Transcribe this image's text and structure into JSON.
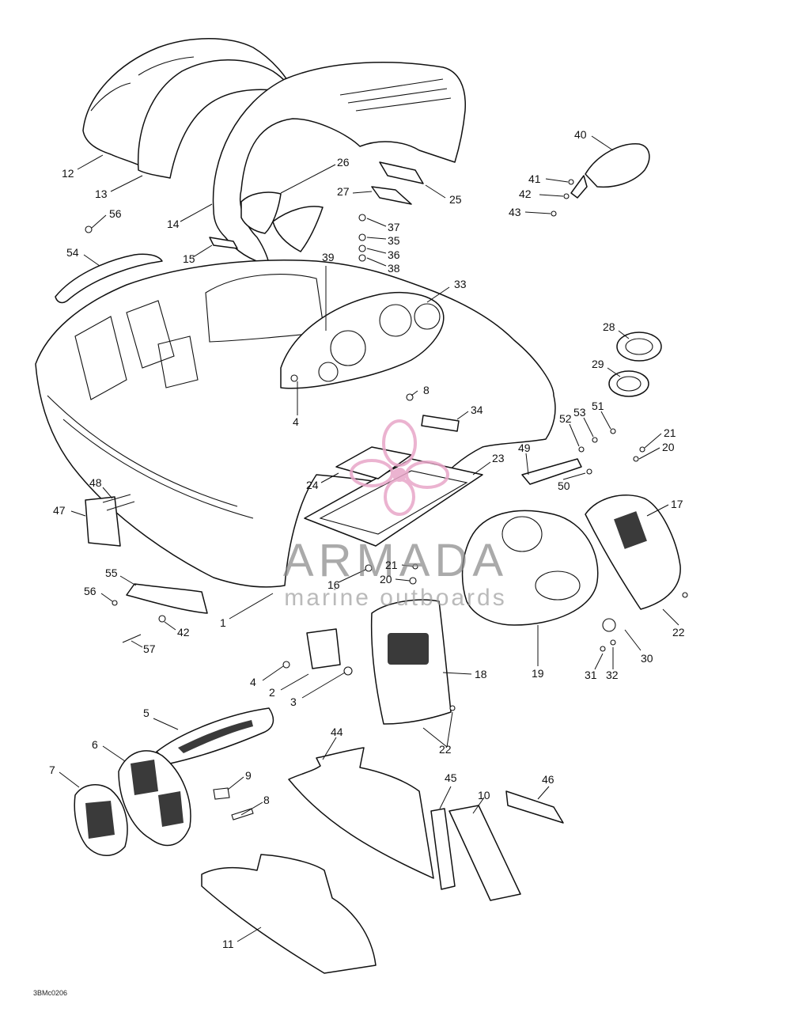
{
  "callouts": [
    {
      "id": "c1",
      "label": "1"
    },
    {
      "id": "c2",
      "label": "2"
    },
    {
      "id": "c3",
      "label": "3"
    },
    {
      "id": "c4a",
      "label": "4"
    },
    {
      "id": "c4b",
      "label": "4"
    },
    {
      "id": "c5",
      "label": "5"
    },
    {
      "id": "c6",
      "label": "6"
    },
    {
      "id": "c7",
      "label": "7"
    },
    {
      "id": "c8a",
      "label": "8"
    },
    {
      "id": "c8b",
      "label": "8"
    },
    {
      "id": "c9",
      "label": "9"
    },
    {
      "id": "c10",
      "label": "10"
    },
    {
      "id": "c11",
      "label": "11"
    },
    {
      "id": "c12",
      "label": "12"
    },
    {
      "id": "c13",
      "label": "13"
    },
    {
      "id": "c14",
      "label": "14"
    },
    {
      "id": "c15",
      "label": "15"
    },
    {
      "id": "c16",
      "label": "16"
    },
    {
      "id": "c17",
      "label": "17"
    },
    {
      "id": "c18",
      "label": "18"
    },
    {
      "id": "c19",
      "label": "19"
    },
    {
      "id": "c20a",
      "label": "20"
    },
    {
      "id": "c20b",
      "label": "20"
    },
    {
      "id": "c21a",
      "label": "21"
    },
    {
      "id": "c21b",
      "label": "21"
    },
    {
      "id": "c22a",
      "label": "22"
    },
    {
      "id": "c22b",
      "label": "22"
    },
    {
      "id": "c23",
      "label": "23"
    },
    {
      "id": "c24",
      "label": "24"
    },
    {
      "id": "c25",
      "label": "25"
    },
    {
      "id": "c26",
      "label": "26"
    },
    {
      "id": "c27",
      "label": "27"
    },
    {
      "id": "c28",
      "label": "28"
    },
    {
      "id": "c29",
      "label": "29"
    },
    {
      "id": "c30",
      "label": "30"
    },
    {
      "id": "c31",
      "label": "31"
    },
    {
      "id": "c32",
      "label": "32"
    },
    {
      "id": "c33",
      "label": "33"
    },
    {
      "id": "c34",
      "label": "34"
    },
    {
      "id": "c35",
      "label": "35"
    },
    {
      "id": "c36",
      "label": "36"
    },
    {
      "id": "c37",
      "label": "37"
    },
    {
      "id": "c38",
      "label": "38"
    },
    {
      "id": "c39",
      "label": "39"
    },
    {
      "id": "c40",
      "label": "40"
    },
    {
      "id": "c41",
      "label": "41"
    },
    {
      "id": "c42a",
      "label": "42"
    },
    {
      "id": "c42b",
      "label": "42"
    },
    {
      "id": "c43",
      "label": "43"
    },
    {
      "id": "c44",
      "label": "44"
    },
    {
      "id": "c45",
      "label": "45"
    },
    {
      "id": "c46",
      "label": "46"
    },
    {
      "id": "c47",
      "label": "47"
    },
    {
      "id": "c48",
      "label": "48"
    },
    {
      "id": "c49",
      "label": "49"
    },
    {
      "id": "c50",
      "label": "50"
    },
    {
      "id": "c51",
      "label": "51"
    },
    {
      "id": "c52",
      "label": "52"
    },
    {
      "id": "c53",
      "label": "53"
    },
    {
      "id": "c54",
      "label": "54"
    },
    {
      "id": "c55",
      "label": "55"
    },
    {
      "id": "c56a",
      "label": "56"
    },
    {
      "id": "c56b",
      "label": "56"
    },
    {
      "id": "c57",
      "label": "57"
    }
  ],
  "drawing_code": "3BMc0206",
  "watermark": {
    "brand": "ARMADA",
    "tagline": "marine outboards",
    "color": "#e8a6c8"
  }
}
